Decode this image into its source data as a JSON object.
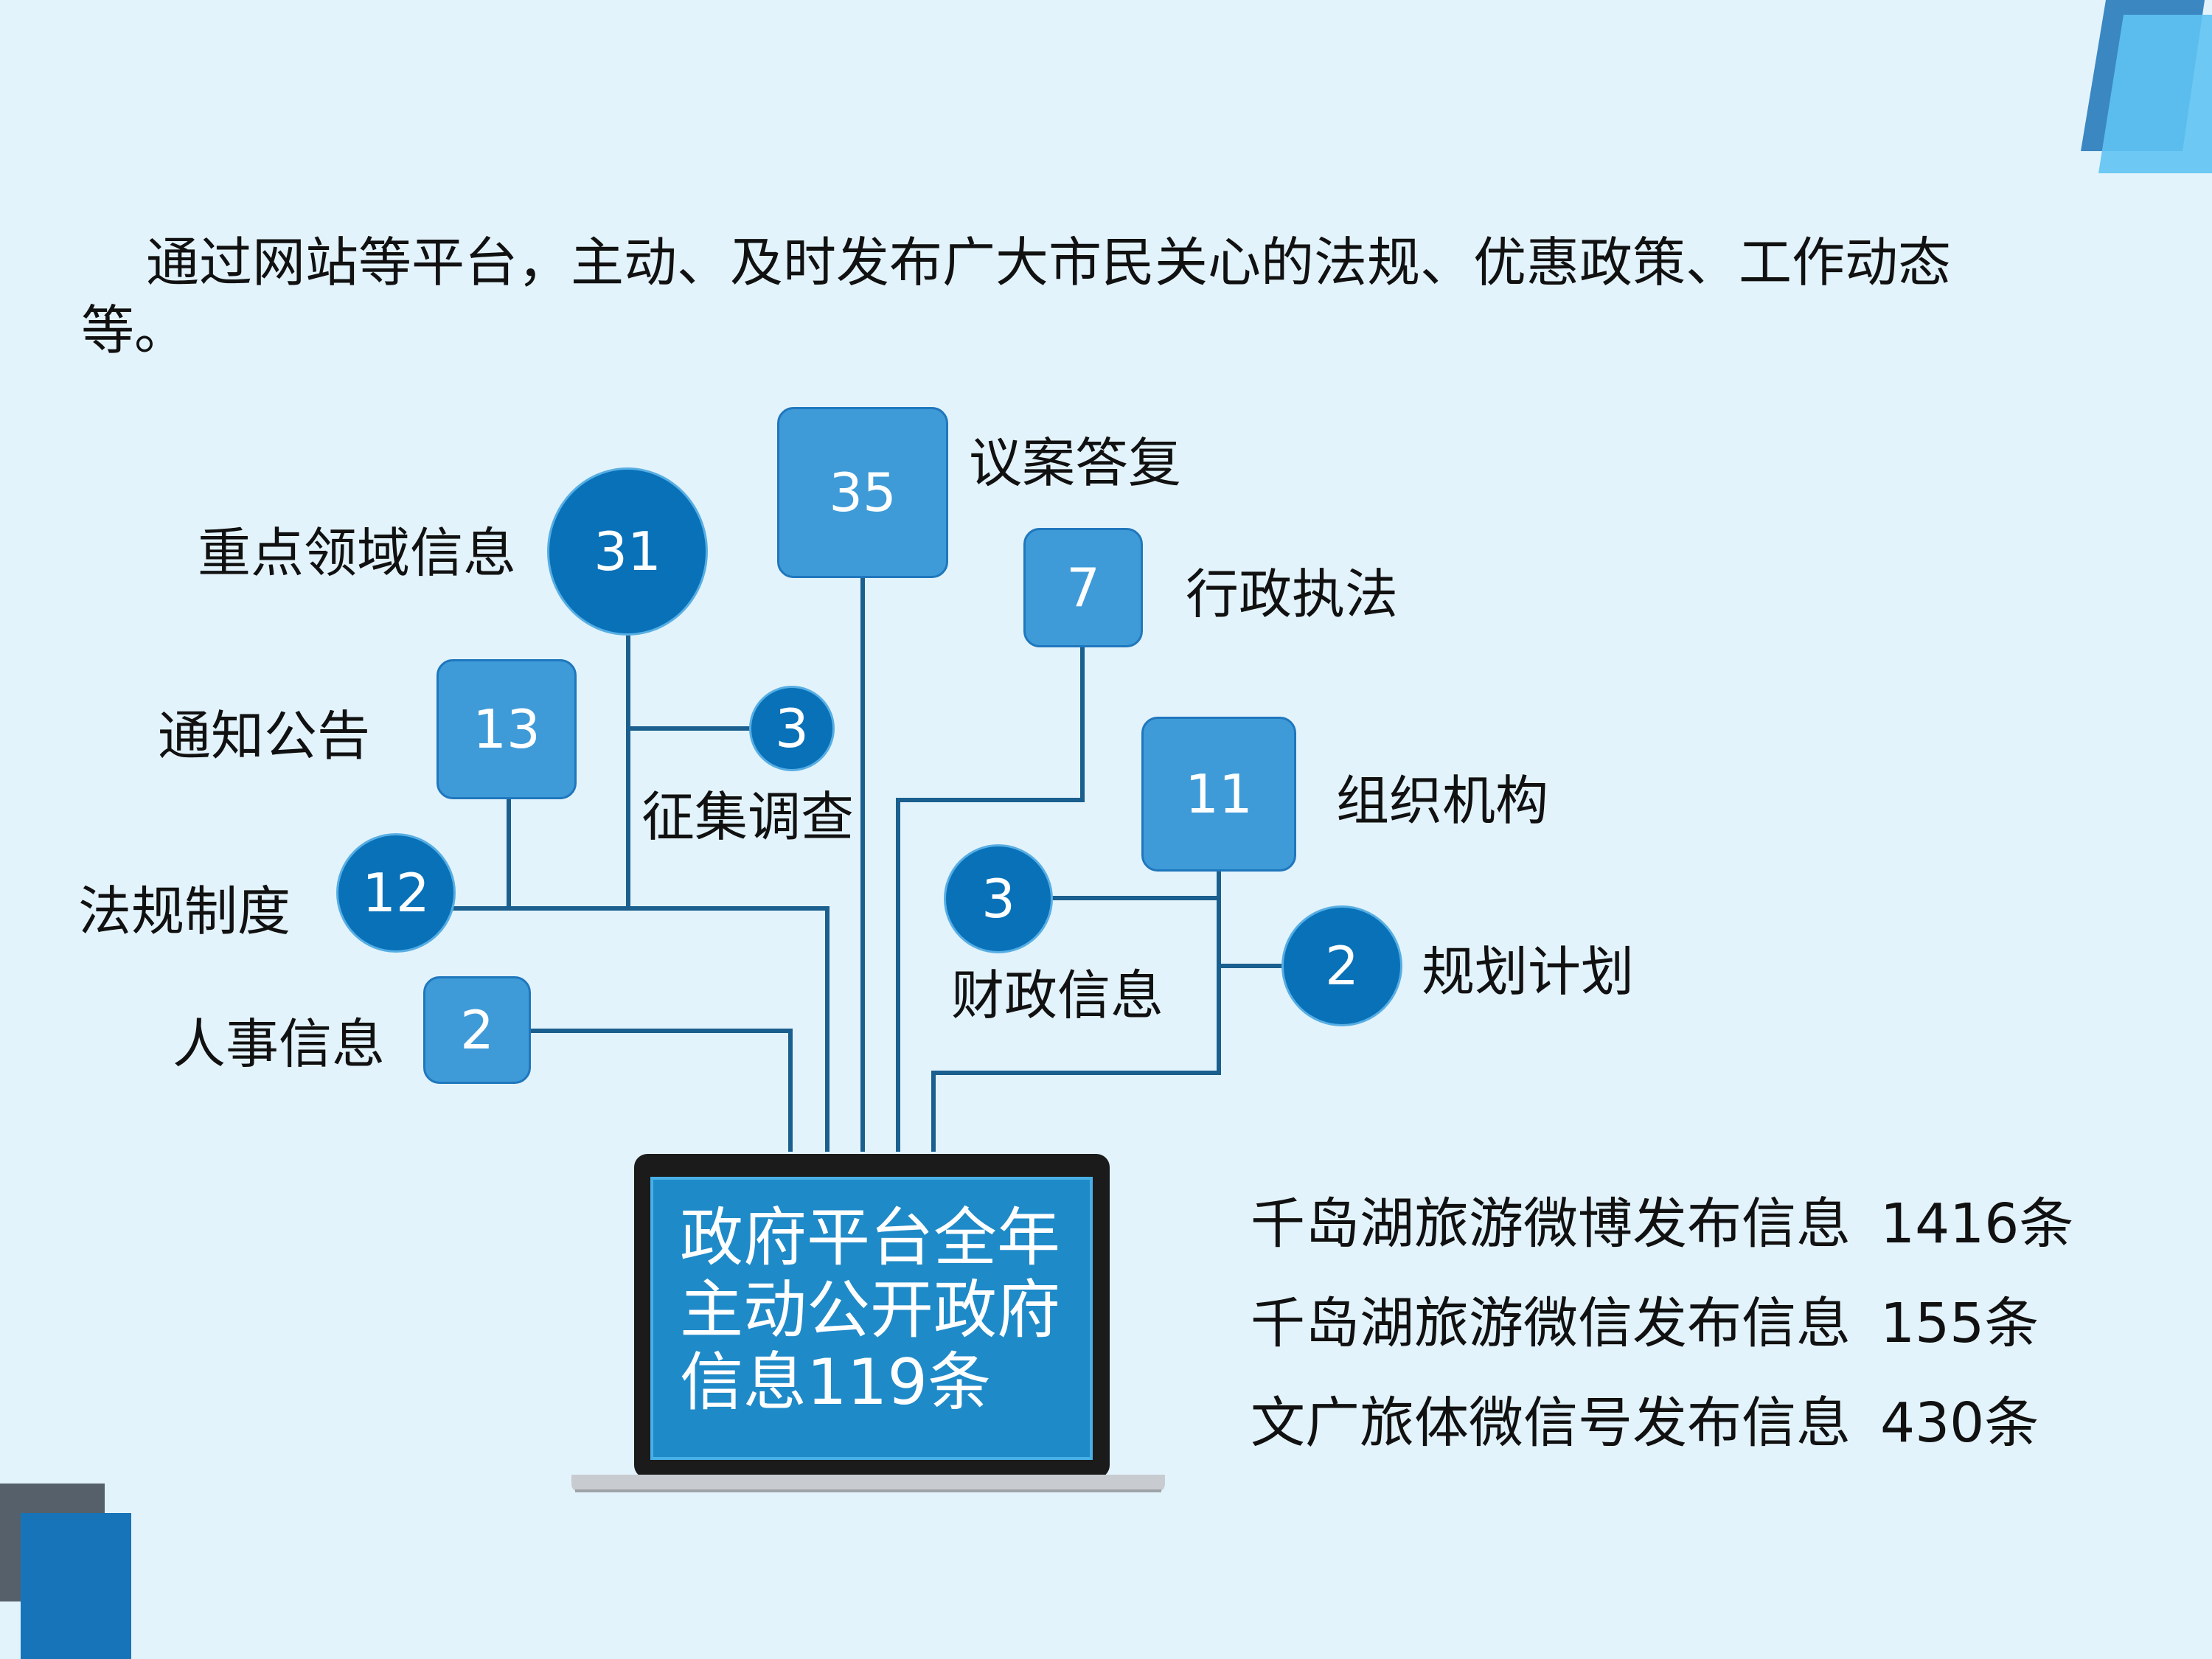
{
  "intro": "通过网站等平台，主动、及时发布广大市民关心的法规、优惠政策、工作动态等。",
  "center": "政府平台全年主动公开政府信息119条",
  "items": [
    {
      "label": "重点领域信息",
      "value": "31"
    },
    {
      "label": "议案答复",
      "value": "35"
    },
    {
      "label": "行政执法",
      "value": "7"
    },
    {
      "label": "通知公告",
      "value": "13"
    },
    {
      "label": "征集调查",
      "value": "3"
    },
    {
      "label": "组织机构",
      "value": "11"
    },
    {
      "label": "法规制度",
      "value": "12"
    },
    {
      "label": "财政信息",
      "value": "3"
    },
    {
      "label": "规划计划",
      "value": "2"
    },
    {
      "label": "人事信息",
      "value": "2"
    }
  ],
  "stats": [
    {
      "label": "千岛湖旅游微博发布信息",
      "value": "1416条"
    },
    {
      "label": "千岛湖旅游微信发布信息",
      "value": "155条"
    },
    {
      "label": "文广旅体微信号发布信息",
      "value": "430条"
    }
  ],
  "colors": {
    "background": "#e3f3fb",
    "square_node": "#3e9bd8",
    "circle_node": "#0871b8",
    "connector": "#1a5f8e",
    "screen": "#1f8ac8",
    "laptop_frame": "#1b1b1b"
  }
}
